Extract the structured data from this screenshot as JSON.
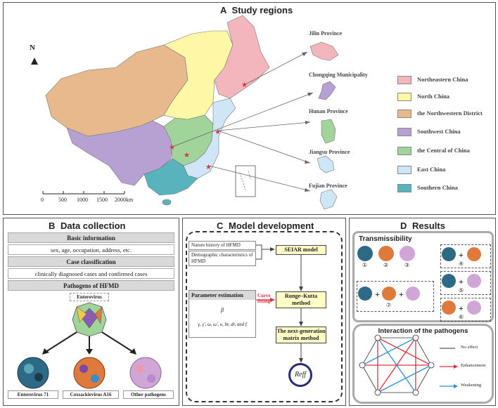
{
  "panelA": {
    "title": "Study regions",
    "letter": "A",
    "north": "N",
    "scale": [
      "0",
      "500",
      "1000",
      "1500",
      "2000km"
    ],
    "provinces": [
      "Jilin Province",
      "Chongqing Municipality",
      "Hunan Province",
      "Jiangsu Province",
      "Fujian Province"
    ],
    "legend": [
      {
        "label": "Northeastern China",
        "color": "#f4b6bd"
      },
      {
        "label": "North China",
        "color": "#fdf7a6"
      },
      {
        "label": "the Northwestern District",
        "color": "#e7b98c"
      },
      {
        "label": "Southwest China",
        "color": "#b7a1d3"
      },
      {
        "label": "the Central of China",
        "color": "#a0d49b"
      },
      {
        "label": "East China",
        "color": "#cfe6f6"
      },
      {
        "label": "Southern China",
        "color": "#58b3bd"
      }
    ]
  },
  "panelB": {
    "letter": "B",
    "title": "Data collection",
    "basic_info": "Basic information",
    "basic_detail": "sex, age, occupation, address, etc.",
    "case_class": "Case classification",
    "case_detail": "clinically diagnosed cases and confirmed cases",
    "pathogens": "Pathogens of HFMD",
    "enterovirus": "Enterovirus",
    "children": [
      "Enterovirus 71",
      "Coxsackievirus A16",
      "Other pathogens"
    ]
  },
  "panelC": {
    "letter": "C",
    "title": "Model development",
    "nature": "Nature history of HFMD",
    "demo": "Demographic characteristics of HFMD",
    "seiar": "SEIAR model",
    "param": "Parameter estimation",
    "curve": "Curve fitting",
    "beta": "β",
    "params": "γ, γ', ω, ω', κ, br, dr, and f",
    "rk": "Runge–Kutta method",
    "ngm": "The next-generation matrix method",
    "reff": "Reff"
  },
  "panelD": {
    "letter": "D",
    "title": "Results",
    "trans": "Transmissibility",
    "nums": [
      "①",
      "②",
      "③",
      "④",
      "⑤",
      "⑥",
      "⑦"
    ],
    "plus": "+",
    "interaction": "Interaction of the pathogens",
    "legend": [
      "No effect",
      "Enhancement",
      "Weakening"
    ]
  },
  "colors": {
    "pink": "#f4b6bd",
    "yellow": "#fdf7a6",
    "tan": "#e7b98c",
    "purple": "#b7a1d3",
    "green": "#a0d49b",
    "lightblue": "#cfe6f6",
    "teal": "#58b3bd",
    "red": "#e0303a",
    "blue": "#2f8fd8"
  }
}
